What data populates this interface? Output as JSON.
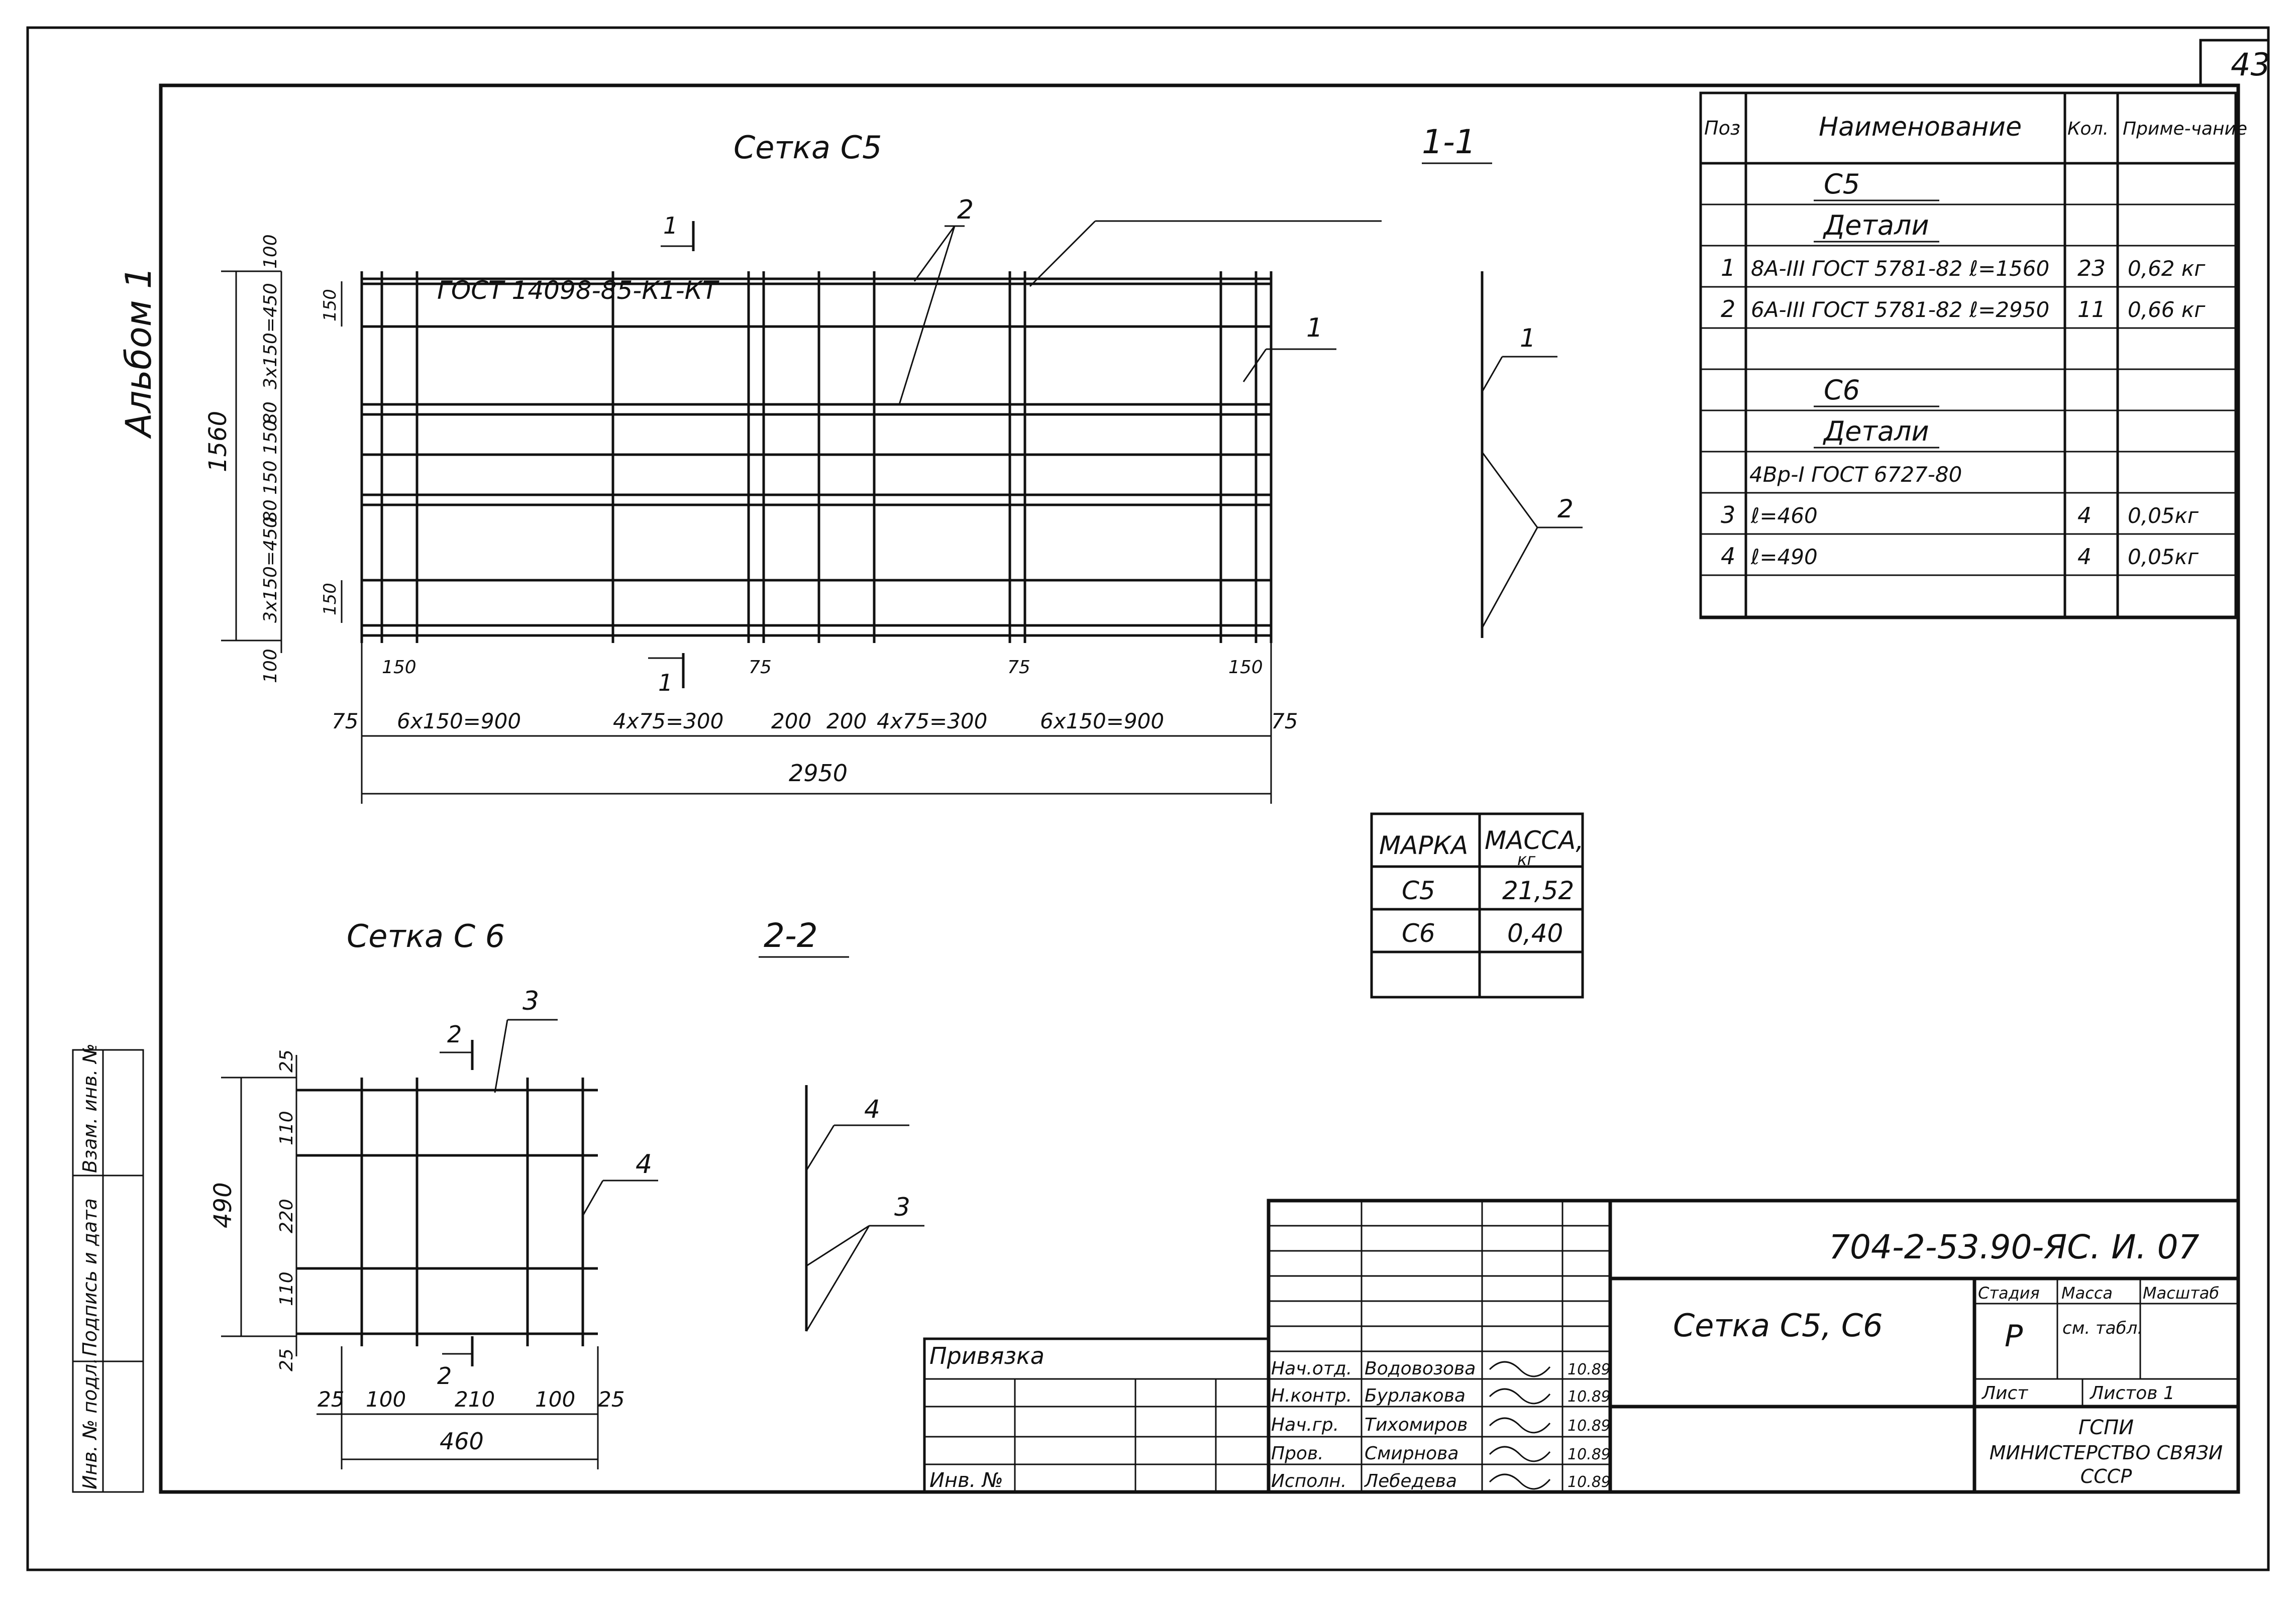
{
  "sheet_number": "43",
  "album_label": "Альбом 1",
  "mesh_c5": {
    "title": "Сетка  С5",
    "section_label": "1-1",
    "standard_note": "ГОСТ 14098-85-К1-КТ",
    "callouts": [
      "1",
      "2",
      "1",
      "1"
    ],
    "height_total": "1560",
    "left_dims": [
      "100",
      "3x150=450",
      "80",
      "150 150",
      "3x150=450",
      "80",
      "100"
    ],
    "inner_dims": [
      "150",
      "150"
    ],
    "bottom_dims": [
      "75",
      "6x150=900",
      "4x75=300",
      "200",
      "200",
      "4x75=300",
      "6x150=900",
      "75"
    ],
    "bottom_small_dims": [
      "150",
      "75",
      "75",
      "150"
    ],
    "total_width": "2950",
    "section_callouts": [
      "1",
      "2"
    ]
  },
  "mesh_c6": {
    "title": "Сетка  С 6",
    "section_label": "2-2",
    "callouts": [
      "2",
      "3",
      "4",
      "2"
    ],
    "height_total": "490",
    "left_dims": [
      "25",
      "110",
      "220",
      "110",
      "25"
    ],
    "bottom_dims": [
      "25",
      "100",
      "210",
      "100",
      "25"
    ],
    "total_width": "460",
    "section_callouts": [
      "4",
      "3"
    ]
  },
  "spec_table": {
    "headers": [
      "Поз",
      "Наименование",
      "Кол.",
      "Приме-чание"
    ],
    "rows": [
      {
        "pos": "",
        "name": "С5",
        "qty": "",
        "note": "",
        "style": "heading"
      },
      {
        "pos": "",
        "name": "Детали",
        "qty": "",
        "note": "",
        "style": "heading"
      },
      {
        "pos": "1",
        "name": "8А-III ГОСТ 5781-82 ℓ=1560",
        "qty": "23",
        "note": "0,62 кг",
        "style": "normal"
      },
      {
        "pos": "2",
        "name": "6А-III ГОСТ 5781-82 ℓ=2950",
        "qty": "11",
        "note": "0,66 кг",
        "style": "normal"
      },
      {
        "pos": "",
        "name": "",
        "qty": "",
        "note": "",
        "style": "normal"
      },
      {
        "pos": "",
        "name": "С6",
        "qty": "",
        "note": "",
        "style": "heading"
      },
      {
        "pos": "",
        "name": "Детали",
        "qty": "",
        "note": "",
        "style": "heading"
      },
      {
        "pos": "",
        "name": "4Вр-I ГОСТ 6727-80",
        "qty": "",
        "note": "",
        "style": "left"
      },
      {
        "pos": "3",
        "name": "ℓ=460",
        "qty": "4",
        "note": "0,05кг",
        "style": "normal"
      },
      {
        "pos": "4",
        "name": "ℓ=490",
        "qty": "4",
        "note": "0,05кг",
        "style": "normal"
      },
      {
        "pos": "",
        "name": "",
        "qty": "",
        "note": "",
        "style": "normal"
      }
    ]
  },
  "mass_table": {
    "headers": [
      "МАРКА",
      "МАССА,",
      "кг"
    ],
    "rows": [
      [
        "С5",
        "21,52"
      ],
      [
        "С6",
        "0,40"
      ]
    ]
  },
  "title_block": {
    "doc_code": "704-2-53.90-ЯС. И. 07",
    "title": "Сетка  С5, С6",
    "stage_header": "Стадия",
    "mass_header": "Масса",
    "scale_header": "Масштаб",
    "stage": "Р",
    "mass_value": "см. табл.",
    "sheet_label": "Лист",
    "sheets_label": "Листов 1",
    "org_lines": [
      "ГСПИ",
      "МИНИСТЕРСТВО СВЯЗИ",
      "СССР"
    ],
    "signatures": [
      {
        "role": "Нач.отд.",
        "name": "Водовозова",
        "date": "10.89"
      },
      {
        "role": "Н.контр.",
        "name": "Бурлакова",
        "date": "10.89"
      },
      {
        "role": "Нач.гр.",
        "name": "Тихомиров",
        "date": "10.89"
      },
      {
        "role": "Пров.",
        "name": "Смирнова",
        "date": "10.89"
      },
      {
        "role": "Исполн.",
        "name": "Лебедева",
        "date": "10.89"
      }
    ],
    "binding_label": "Привязка",
    "inventory_label": "Инв. №"
  },
  "side_stamp": [
    "Инв. № подл.",
    "Подпись и дата",
    "Взам. инв. №"
  ]
}
